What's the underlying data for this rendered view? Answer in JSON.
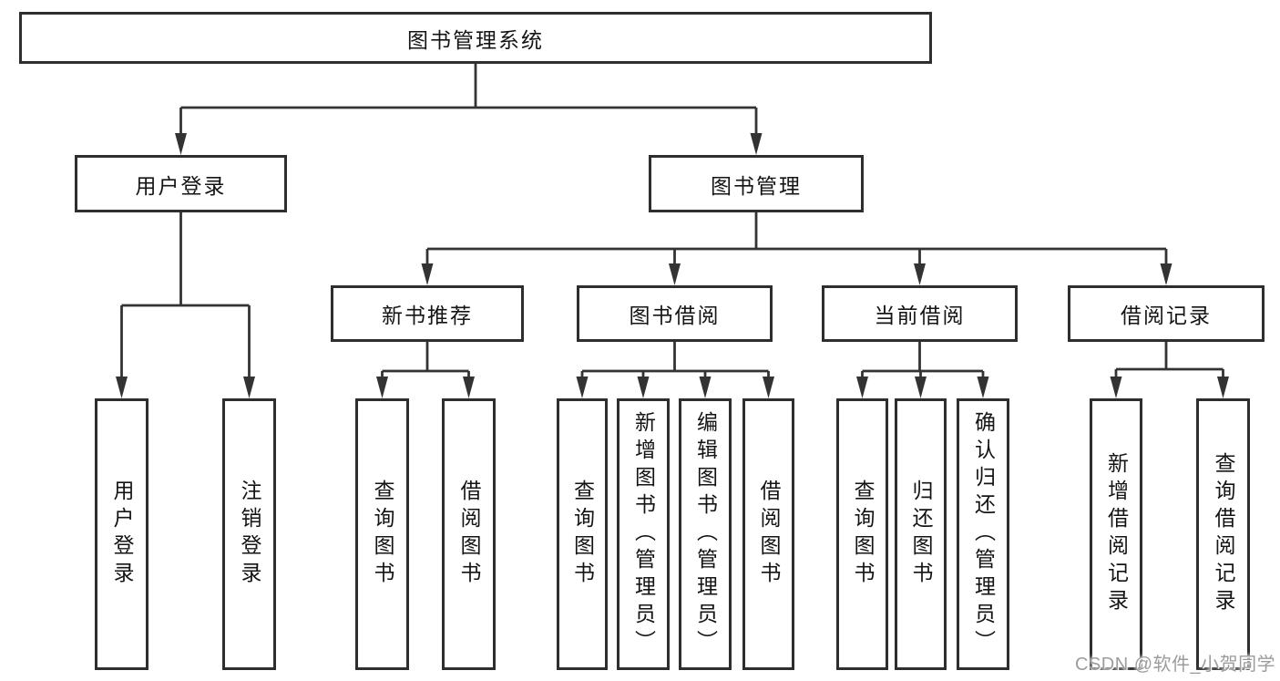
{
  "diagram": {
    "title": "图书管理系统",
    "level2": [
      {
        "label": "用户登录"
      },
      {
        "label": "图书管理"
      }
    ],
    "level3": [
      {
        "label": "新书推荐",
        "parent": "图书管理"
      },
      {
        "label": "图书借阅",
        "parent": "图书管理"
      },
      {
        "label": "当前借阅",
        "parent": "图书管理"
      },
      {
        "label": "借阅记录",
        "parent": "图书管理"
      }
    ],
    "leaves": [
      {
        "label": "用户登录",
        "parent": "用户登录"
      },
      {
        "label": "注销登录",
        "parent": "用户登录"
      },
      {
        "label": "查询图书",
        "parent": "新书推荐"
      },
      {
        "label": "借阅图书",
        "parent": "新书推荐"
      },
      {
        "label": "查询图书",
        "parent": "图书借阅"
      },
      {
        "label": "新增图书（管理员）",
        "parent": "图书借阅"
      },
      {
        "label": "编辑图书（管理员）",
        "parent": "图书借阅"
      },
      {
        "label": "借阅图书",
        "parent": "图书借阅"
      },
      {
        "label": "查询图书",
        "parent": "当前借阅"
      },
      {
        "label": "归还图书",
        "parent": "当前借阅"
      },
      {
        "label": "确认归还（管理员）",
        "parent": "当前借阅"
      },
      {
        "label": "新增借阅记录",
        "parent": "借阅记录"
      },
      {
        "label": "查询借阅记录",
        "parent": "借阅记录"
      }
    ],
    "colors": {
      "box_border": "#2e2e2e",
      "connector": "#333333",
      "text": "#141414",
      "watermark": "#9c9c9c",
      "background": "#ffffff"
    }
  },
  "watermark": {
    "text": "CSDN @软件_小贺同学"
  }
}
